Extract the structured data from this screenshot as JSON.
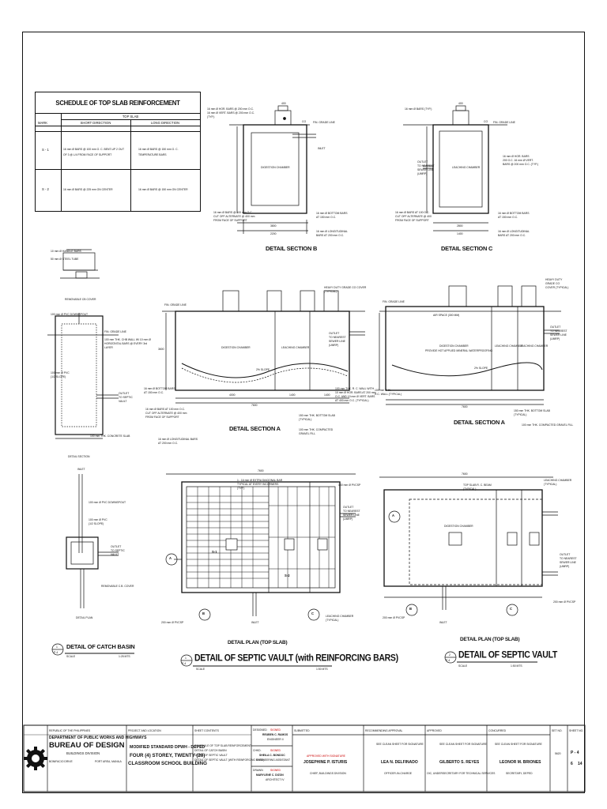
{
  "schedule": {
    "title": "SCHEDULE OF TOP SLAB REINFORCEMENT",
    "col_mark": "MARK",
    "col_top_slab": "TOP SLAB",
    "col_short": "SHORT DIRECTION",
    "col_long": "LONG DIRECTION",
    "rows": [
      {
        "mark": "S - 1",
        "short_1": "16 mm Ø BARS @ 100 mm O. C. BENT-UP 2 OUT",
        "short_2": "OF 3 @ L/4 FROM FACE OF SUPPORT",
        "long_1": "16 mm Ø BARS @ 150 mm O. C.",
        "long_2": "TEMPERATURE BARS"
      },
      {
        "mark": "S - 2",
        "short_1": "16 mm Ø BARS @ 225 mm ON CENTER",
        "short_2": "",
        "long_1": "16 mm Ø BARS @ 150 mm ON CENTER",
        "long_2": ""
      }
    ]
  },
  "section_b": {
    "caption": "DETAIL SECTION B",
    "chamber": "DIGESTION CHAMBER",
    "grade": "FIN. GRADE LINE",
    "inlet": "INLET",
    "note_tl_1": "16 mm Ø HOR. BARS @ 200 mm O.C.",
    "note_tl_2": "16 mm Ø VERT. BARS @ 200 mm O.C.",
    "note_tl_3": "(TYP.)",
    "note_bl_1": "16 mm Ø BARS @ 100 mm O.C.",
    "note_bl_2": "CUT OFF ALTERNATE @ 400 mm",
    "note_bl_3": "FROM FACE OF SUPPORT",
    "note_br_1": "16 mm Ø BOTTOM BARS",
    "note_br_2": "AT 150 mm O.C.",
    "note_br_3": "16 mm Ø LONGITUDINAL",
    "note_br_4": "BARS AT 200 mm O.C.",
    "dim_top": "600",
    "dim_a": "3800",
    "dim_b": "2200",
    "dim_c": "600",
    "cd": "CO",
    "ms": "400"
  },
  "section_c": {
    "caption": "DETAIL SECTION C",
    "chamber": "LEACHING CHAMBER",
    "grade": "FIN. GRADE LINE",
    "outlet_1": "OUTLET",
    "outlet_2": "TO NEAREST",
    "outlet_3": "SEWER LINE",
    "outlet_4": "(UMRP)",
    "note_tl": "16 mm Ø BARS (TYP.)",
    "note_r_1": "16 mm Ø HOR. BARS",
    "note_r_2": "200 O.C. 16 mm Ø VERT.",
    "note_r_3": "BARS @ 200 mm O.C. (TYP.)",
    "note_bl_1": "16 mm Ø BARS AT 100 O.C.",
    "note_bl_2": "CUT OFF ALTERNATE @ 400",
    "note_bl_3": "FROM FACE OF SUPPORT",
    "note_br_1": "16 mm Ø BOTTOM BARS",
    "note_br_2": "AT 150 mm O.C.",
    "note_br_3": "16 mm Ø LONGITUDINAL",
    "note_br_4": "BARS AT 200 mm O.C.",
    "dim_a": "2800",
    "dim_b": "1400",
    "cd": "CO",
    "ms": "400"
  },
  "removable_cover": {
    "caption": "REMOVABLE CB COVER",
    "note_1": "10 mm Ø HANDLE BARS",
    "note_2": "50 mm Ø STEEL TUBE"
  },
  "catch_basin": {
    "section_caption": "DETAIL SECTION",
    "plan_caption": "DETAIL PLAN",
    "title": "DETAIL OF CATCH BASIN",
    "num": "1",
    "sheet": "P-4",
    "scale": "SCALE",
    "ratio": "1:25 MTS",
    "n1": "100 mm Ø PVC DOWNSPOUT",
    "n2": "FIN. GRADE LINE",
    "n3": "100 mm THK. CHB WALL W/ 10 mm Ø",
    "n4": "HORIZONTAL BARS @ EVERY 3rd",
    "n5": "LAYER",
    "n6": "100 mm Ø PVC",
    "n7": "(1/2 SLOPE)",
    "n8": "OUTLET",
    "n9": "TO SEPTIC",
    "n10": "VAULT",
    "n11": "100 mm THK. CONCRETE SLAB",
    "p1": "INLET",
    "p2": "100 mm Ø PVC DOWNSPOUT",
    "p3": "100 mm Ø PVC",
    "p4": "(1/2 SLOPE)",
    "p5": "OUTLET",
    "p6": "TO SEPTIC",
    "p7": "VAULT",
    "p8": "REMOVABLE C.B. COVER"
  },
  "section_a1": {
    "caption": "DETAIL SECTION A",
    "chamber": "DIGESTION CHAMBER",
    "leach": "LEACHING CHAMBER",
    "grade": "FIN. GRADE LINE",
    "slope": "2% SLOPE",
    "note_cover_1": "HEAVY DUTY GRADE CO COVER",
    "note_cover_2": "(TYPICAL)",
    "outlet_1": "OUTLET",
    "outlet_2": "TO NEAREST",
    "outlet_3": "SEWER LINE",
    "outlet_4": "(UMRP)",
    "note_l_1": "16 mm Ø BOTTOM BARS",
    "note_l_2": "AT 150 mm O.C.",
    "note_l_3": "16 mm Ø BARS AT 100 mm O.C.",
    "note_l_4": "CUT OFF ALTERNATE @ 400 mm",
    "note_l_5": "FROM FACE OF SUPPORT",
    "note_l_6": "16 mm Ø LONGITUDINAL BARS",
    "note_l_7": "AT 200 mm O.C.",
    "note_r_1": "100 mm THK. R. C. WALL WITH",
    "note_r_2": "10 mm Ø HOR. BARS AT 200 mm",
    "note_r_3": "O.C. AND 10 mm Ø VERT. BARS",
    "note_r_4": "AT 400 mm O.C. (TYPICAL)",
    "note_r_5": "150 mm THK. BOTTOM SLAB",
    "note_r_6": "(TYPICAL)",
    "note_r_7": "100 mm THK. COMPACTED",
    "note_r_8": "GRAVEL FILL",
    "dim_total": "7600",
    "dim_1": "4000",
    "dim_2": "1400",
    "dim_3": "1400",
    "dim_h": "3600"
  },
  "section_a2": {
    "caption": "DETAIL SECTION A",
    "air": "AIR SPACE (300 MM)",
    "chamber": "DIGESTION CHAMBER",
    "chamber_note": "PROVIDE HOT APPLIED MINERAL WATERPROOFING",
    "leach": "LEACHING CHAMBER",
    "grade": "FIN. GRADE LINE",
    "slope": "2% SLOPE",
    "note_cover_1": "HEAVY DUTY",
    "note_cover_2": "GRADE CO",
    "note_cover_3": "COVER (TYPICAL)",
    "outlet_1": "OUTLET",
    "outlet_2": "TO NEAREST",
    "outlet_3": "SEWER LINE",
    "outlet_4": "(UMRP)",
    "note_l_1": "100 mm THK.",
    "note_l_2": "R.C. WALL (TYPICAL)",
    "note_r_1": "150 mm THK. BOTTOM SLAB",
    "note_r_2": "(TYPICAL)",
    "note_r_3": "100 mm THK. COMPACTED GRAVEL FILL",
    "dim_total": "7600"
  },
  "plan_left": {
    "caption": "DETAIL PLAN (TOP SLAB)",
    "title": "DETAIL OF SEPTIC VAULT (with REINFORCING BARS)",
    "num": "1",
    "sheet": "P-4",
    "scale": "SCALE",
    "ratio": "1:50 MTS",
    "note_1": "1 - 16 mm Ø EXTRA DIAGONAL BAR",
    "note_2": "TYPICAL AT EVERY INCORNERS",
    "note_3": "(TYP.)",
    "note_4": "150 mm Ø PVCSP",
    "note_5": "200 mm Ø PVCSP",
    "note_6": "LEACHING CHAMBER",
    "note_7": "(TYPICAL)",
    "outlet_1": "OUTLET",
    "outlet_2": "TO NEAREST",
    "outlet_3": "SEWER LINE",
    "outlet_4": "(UMRP)",
    "inlet": "INLET",
    "s1": "S-1",
    "s2": "S-2",
    "grid_a": "A",
    "grid_b": "B",
    "grid_c": "C",
    "dim": "7600"
  },
  "plan_right": {
    "caption": "DETAIL PLAN (TOP SLAB)",
    "title": "DETAIL OF SEPTIC VAULT",
    "num": "2",
    "sheet": "P-4",
    "scale": "SCALE",
    "ratio": "1:50 MTS",
    "note_1": "TOP SLAB R. C. BEAM",
    "note_2": "(TYPICAL)",
    "note_3": "LEACHING CHAMBER",
    "note_4": "(TYPICAL)",
    "chamber": "DIGESTION CHAMBER",
    "outlet_1": "OUTLET",
    "outlet_2": "TO NEAREST",
    "outlet_3": "SEWER LINE",
    "outlet_4": "(UMRP)",
    "pvc_l": "200 mm Ø PVCSP",
    "pvc_r": "200 mm Ø PVCSP",
    "inlet": "INLET",
    "grid_a": "A",
    "grid_b": "B",
    "grid_c": "C",
    "dim": "7600"
  },
  "title_block": {
    "republic": "REPUBLIC OF THE PHILIPPINES",
    "dept": "DEPARTMENT OF PUBLIC WORKS AND HIGHWAYS",
    "bureau": "BUREAU OF DESIGN",
    "division": "BUILDINGS DIVISION",
    "addr_l": "BONIFACIO DRIVE",
    "addr_r": "PORT AREA, MANILA",
    "proj_label": "PROJECT AND LOCATION",
    "proj_1": "MODIFIED STANDARD DPWH - DEPED",
    "proj_2": "FOUR (4) STOREY, TWENTY (20)",
    "proj_3": "CLASSROOM SCHOOL BUILDING",
    "contents_label": "SHEET CONTENTS",
    "contents_1": "SCHEDULE OF TOP SLAB REINFORCEMENT",
    "contents_2": "DETAIL OF CATCH BASIN",
    "contents_3": "DETAIL OF SEPTIC VAULT",
    "contents_4": "DETAIL OF SEPTIC VAULT (WITH REINFORCING BARS)",
    "designed_label": "DESIGNED",
    "designed_sig": "SIGNED",
    "designed_name": "REUBEN C. RAMOS",
    "designed_role": "ENGINEER II",
    "check_label": "CHKD.",
    "check_sig": "SIGNED",
    "check_name": "SHEILA C. BONDOC",
    "check_role": "ENGINEERING ASSISTANT",
    "draft_label": "DRAWN",
    "draft_sig": "SIGNED",
    "draft_name": "MARYLENE C. DIZON",
    "draft_role": "ARCHITECT IV",
    "submitted_label": "SUBMITTED",
    "approved_sig": "APPROVED WITH SIGNATURE",
    "submitted_name": "JOSEPHINE P. ISTURIS",
    "submitted_role": "CHIEF, BUILDINGS DIVISION",
    "rec_label": "RECOMMENDING APPROVAL",
    "rec_note": "SEE CLEAN SHEET FOR SIGNATURE",
    "rec_name": "LEA N. DELFINADO",
    "rec_role": "OFFICER-IN-CHARGE",
    "app_label": "APPROVED",
    "app_note": "SEE CLEAN SHEET FOR SIGNATURE",
    "app_name": "GILBERTO S. REYES",
    "app_role": "OIC, UNDERSECRETARY FOR TECHNICAL SERVICES",
    "conc_label": "CONCURRED",
    "conc_note": "SEE CLEAN SHEET FOR SIGNATURE",
    "conc_name": "LEONOR M. BRIONES",
    "conc_role": "SECRETARY, DEPED",
    "set_label": "SET NO.",
    "sheet_label": "SHEET NO.",
    "sheet_code": "P - 4",
    "sheet_no": "6",
    "sheet_total": "14",
    "set_no": "5620"
  }
}
